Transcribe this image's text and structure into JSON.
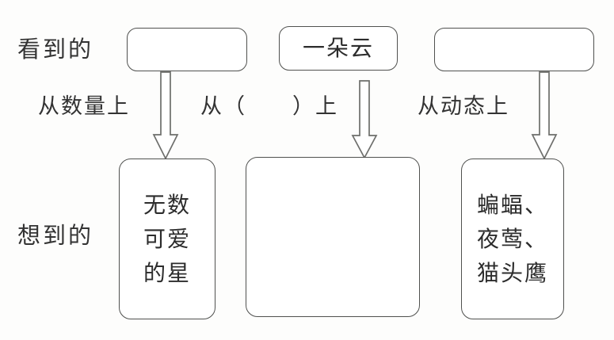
{
  "worksheet": {
    "type": "graphic-organizer",
    "rows": [
      {
        "id": "seen",
        "label": "看到的",
        "boxes": [
          {
            "id": "seen-1",
            "text": "",
            "empty": true
          },
          {
            "id": "seen-2",
            "text": "一朵云",
            "empty": false
          },
          {
            "id": "seen-3",
            "text": "",
            "empty": true
          }
        ]
      },
      {
        "id": "thought",
        "label": "想到的",
        "boxes": [
          {
            "id": "thought-1",
            "text": "无数\n可爱\n的星",
            "empty": false
          },
          {
            "id": "thought-2",
            "text": "",
            "empty": true
          },
          {
            "id": "thought-3",
            "text": "蝙蝠、\n夜莺、\n猫头鹰",
            "empty": false
          }
        ]
      }
    ],
    "connectors": [
      {
        "id": "connector-1",
        "label": "从数量上",
        "arrow": "down-block-arrow"
      },
      {
        "id": "connector-2",
        "label": "从（　　）上",
        "arrow": "down-block-arrow"
      },
      {
        "id": "connector-3",
        "label": "从动态上",
        "arrow": "down-block-arrow"
      }
    ],
    "colors": {
      "page_background": "#fdfdfc",
      "box_border": "#50514f",
      "box_fill": "#ffffff",
      "arrow_stroke": "#6d6e6b",
      "arrow_fill": "#ffffff",
      "text": "#2b2b2b"
    }
  }
}
